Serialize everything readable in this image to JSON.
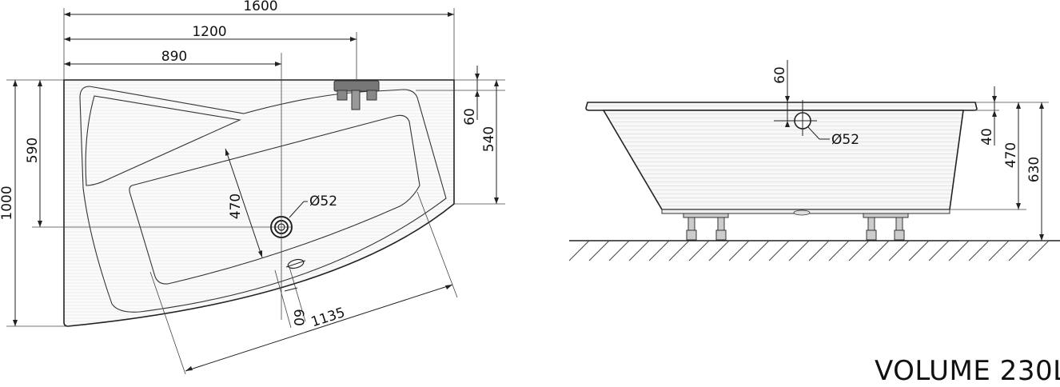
{
  "top_view": {
    "width_total": "1600",
    "width_to_faucet": "1200",
    "width_to_drain": "890",
    "depth_total": "1000",
    "depth_to_drain": "590",
    "depth_right": "540",
    "rim_60": "60",
    "inner_width": "470",
    "drain_diameter": "Ø52",
    "inner_length": "1135",
    "front_rim": "60"
  },
  "side_view": {
    "rim_60": "60",
    "drain_diameter": "Ø52",
    "rim_40": "40",
    "depth": "470",
    "height": "630"
  },
  "volume": "VOLUME 230L"
}
